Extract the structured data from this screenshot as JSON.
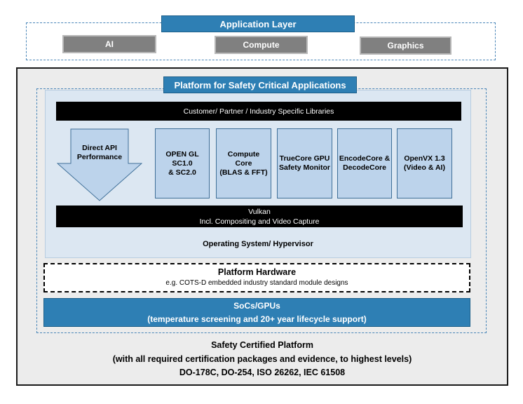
{
  "application_layer": {
    "title": "Application Layer",
    "items": [
      "AI",
      "Compute",
      "Graphics"
    ]
  },
  "platform": {
    "title": "Platform for Safety Critical Applications",
    "libraries_bar": "Customer/ Partner / Industry Specific Libraries",
    "direct_api": {
      "line1": "Direct API",
      "line2": "Performance"
    },
    "components": [
      {
        "line1": "OPEN GL SC1.0",
        "line2": "& SC2.0",
        "line3": ""
      },
      {
        "line1": "Compute",
        "line2": "Core",
        "line3": "(BLAS & FFT)"
      },
      {
        "line1": "TrueCore GPU",
        "line2": "Safety Monitor",
        "line3": ""
      },
      {
        "line1": "EncodeCore &",
        "line2": "DecodeCore",
        "line3": ""
      },
      {
        "line1": "OpenVX 1.3",
        "line2": "(Video & AI)",
        "line3": ""
      }
    ],
    "vulkan": {
      "line1": "Vulkan",
      "line2": "Incl. Compositing and Video Capture"
    },
    "os_label": "Operating System/ Hypervisor",
    "hardware": {
      "title": "Platform Hardware",
      "subtitle": "e.g. COTS-D embedded industry standard module designs"
    },
    "socs": {
      "line1": "SoCs/GPUs",
      "line2": "(temperature screening and 20+ year lifecycle support)"
    }
  },
  "certified": {
    "line1": "Safety Certified Platform",
    "line2": "(with all required certification packages and evidence, to highest levels)",
    "line3": "DO-178C, DO-254, ISO 26262, IEC 61508"
  },
  "colors": {
    "title_blue": "#2e7fb4",
    "panel_light_blue": "#dce7f2",
    "component_blue": "#bcd3eb",
    "arrow_fill": "#bcd3eb",
    "gray_button": "#808080",
    "outer_background": "#ececec"
  }
}
